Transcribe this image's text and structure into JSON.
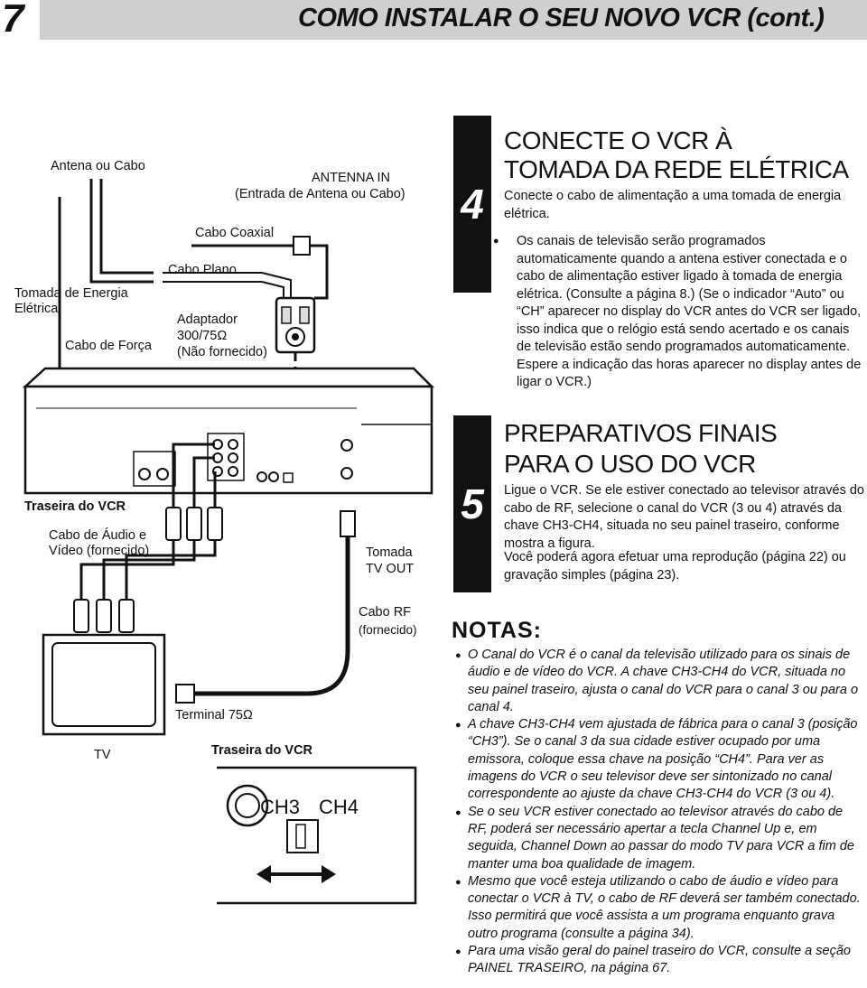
{
  "header": {
    "page_number": "7",
    "title": "COMO INSTALAR O SEU NOVO VCR (cont.)"
  },
  "diagram": {
    "antenna_or_cable": "Antena ou Cabo",
    "power_outlet_l1": "Tomada de Energia",
    "power_outlet_l2": "Elétrica",
    "power_cable": "Cabo de Força",
    "coaxial_cable": "Cabo Coaxial",
    "flat_cable": "Cabo Plano",
    "adapter_l1": "Adaptador",
    "adapter_l2": "300/75Ω",
    "adapter_l3": "(Não fornecido)",
    "antenna_in_l1": "ANTENNA IN",
    "antenna_in_l2": "(Entrada de Antena ou Cabo)",
    "vcr_rear": "Traseira do VCR",
    "av_cable_l1": "Cabo de Áudio e",
    "av_cable_l2": "Vídeo (fornecido)",
    "tv_out_l1": "Tomada",
    "tv_out_l2": "TV OUT",
    "rf_cable_l1": "Cabo RF",
    "rf_cable_l2": "(fornecido)",
    "terminal": "Terminal 75Ω",
    "tv": "TV",
    "vcr_rear_2": "Traseira do VCR",
    "ch3": "CH3",
    "ch4": "CH4"
  },
  "step4": {
    "number": "4",
    "title_l1": "CONECTE O VCR À",
    "title_l2": "TOMADA DA REDE ELÉTRICA",
    "intro": "Conecte o cabo de alimentação a uma tomada de energia elétrica.",
    "bullet": "Os canais de televisão serão programados automaticamente quando a antena estiver conectada e o cabo de alimentação estiver ligado à tomada de energia elétrica. (Consulte a página 8.) (Se o indicador “Auto” ou “CH” aparecer no display do VCR antes do VCR ser ligado, isso indica que o relógio está sendo acertado e os canais de televisão estão sendo programados automaticamente. Espere a indicação das horas aparecer no display antes de ligar o VCR.)"
  },
  "step5": {
    "number": "5",
    "title_l1": "PREPARATIVOS FINAIS",
    "title_l2": "PARA O USO DO VCR",
    "para1": "Ligue o VCR. Se ele estiver conectado ao televisor através do cabo de RF, selecione o canal do VCR (3 ou 4) através da chave CH3-CH4, situada no seu painel traseiro, conforme mostra a figura.",
    "para2": "Você poderá agora efetuar uma reprodução (página 22) ou gravação simples (página 23)."
  },
  "notes": {
    "title": "NOTAS:",
    "items": [
      "O Canal do VCR é o canal da televisão utilizado para os sinais de áudio e de vídeo do VCR. A chave CH3-CH4 do VCR, situada no seu painel traseiro, ajusta o canal do VCR para o canal 3 ou para o canal 4.",
      "A chave CH3-CH4 vem ajustada de fábrica para o canal 3 (posição “CH3”). Se o canal 3 da sua cidade estiver ocupado por uma emissora, coloque essa chave na posição “CH4”. Para ver as imagens do VCR o seu televisor deve ser sintonizado no canal correspondente ao ajuste da chave CH3-CH4 do VCR (3 ou 4).",
      "Se o seu VCR estiver conectado ao televisor através do cabo de RF, poderá ser necessário apertar a tecla Channel Up e, em seguida, Channel Down ao passar do modo TV para VCR a fim de manter uma boa qualidade de imagem.",
      "Mesmo que você esteja utilizando o cabo de áudio e vídeo para conectar o VCR à TV, o cabo de RF deverá ser também conectado. Isso permitirá que você assista a um programa enquanto grava outro programa (consulte a página 34).",
      "Para uma visão geral do painel traseiro do VCR, consulte a seção PAINEL TRASEIRO, na página 67."
    ]
  }
}
